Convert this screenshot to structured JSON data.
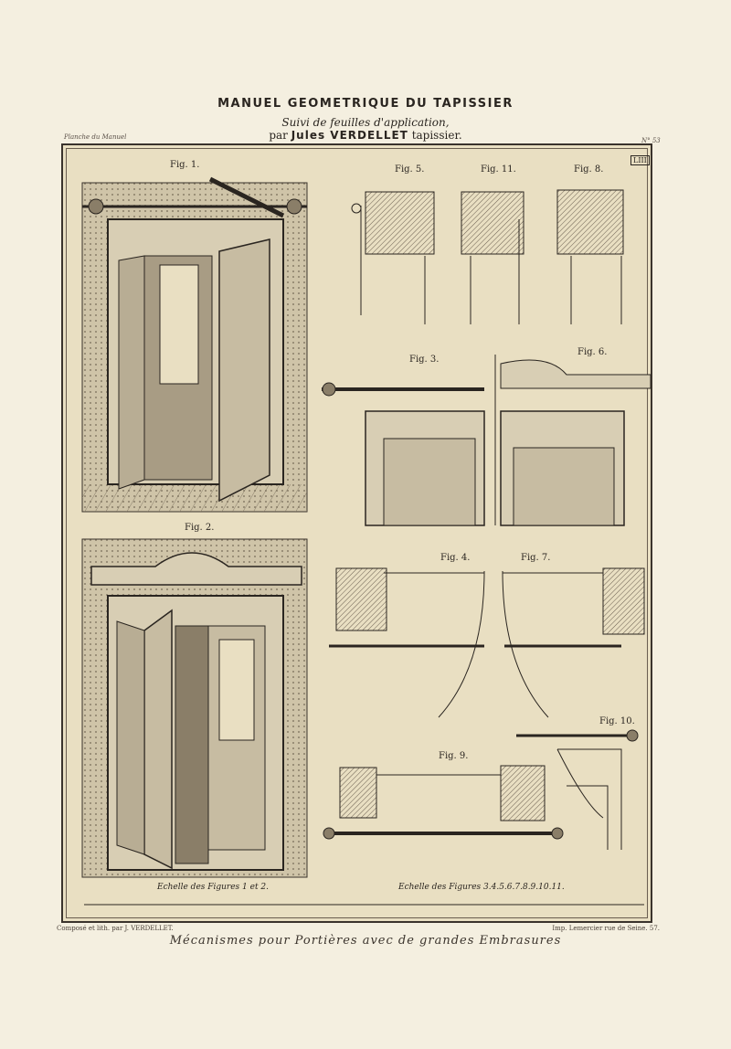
{
  "header": {
    "title": "MANUEL GEOMETRIQUE DU TAPISSIER",
    "subtitle": "Suivi de feuilles d'application,",
    "byline_prefix": "par",
    "author": "Jules VERDELLET",
    "byline_suffix": "tapissier."
  },
  "plate_label_left": "Planche du Manuel",
  "plate_number": "N° 53",
  "corner_mark": "LIII",
  "figures": {
    "fig1": "Fig. 1.",
    "fig2": "Fig. 2.",
    "fig3": "Fig. 3.",
    "fig4": "Fig. 4.",
    "fig5": "Fig. 5.",
    "fig6": "Fig. 6.",
    "fig7": "Fig. 7.",
    "fig8": "Fig. 8.",
    "fig9": "Fig. 9.",
    "fig10": "Fig. 10.",
    "fig11": "Fig. 11."
  },
  "scales": {
    "left": "Echelle des Figures 1 et 2.",
    "right": "Echelle des Figures 3.4.5.6.7.8.9.10.11."
  },
  "imprint_left": "Composé et lith. par J. VERDELLET.",
  "imprint_right": "Imp. Lemercier rue de Seine. 57.",
  "caption": "Mécanismes pour Portières avec de grandes Embrasures",
  "colors": {
    "paper": "#f4efe0",
    "plate": "#e9dfc2",
    "ink": "#2a2520"
  }
}
